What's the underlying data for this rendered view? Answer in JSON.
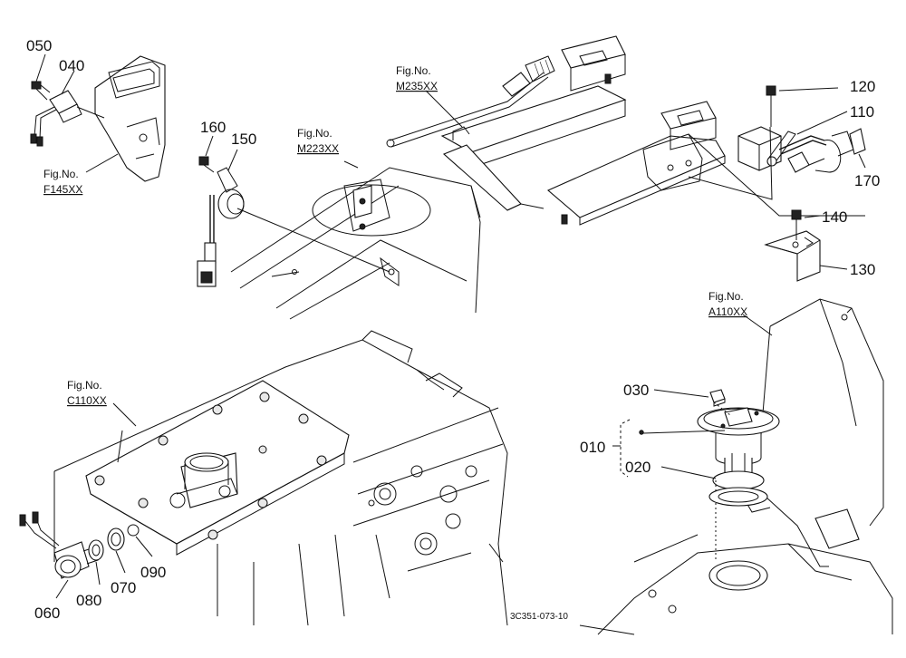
{
  "parts": {
    "p050": "050",
    "p040": "040",
    "p160": "160",
    "p150": "150",
    "p120": "120",
    "p110": "110",
    "p170": "170",
    "p140": "140",
    "p130": "130",
    "p030": "030",
    "p010": "010",
    "p020": "020",
    "p090": "090",
    "p070": "070",
    "p080": "080",
    "p060": "060"
  },
  "figs": {
    "f145_prefix": "Fig.No.",
    "f145_code": "F145XX",
    "m223_prefix": "Fig.No.",
    "m223_code": "M223XX",
    "m235_prefix": "Fig.No.",
    "m235_code": "M235XX",
    "a110_prefix": "Fig.No.",
    "a110_code": "A110XX",
    "c110_prefix": "Fig.No.",
    "c110_code": "C110XX"
  },
  "drawing_code": "3C351-073-10"
}
